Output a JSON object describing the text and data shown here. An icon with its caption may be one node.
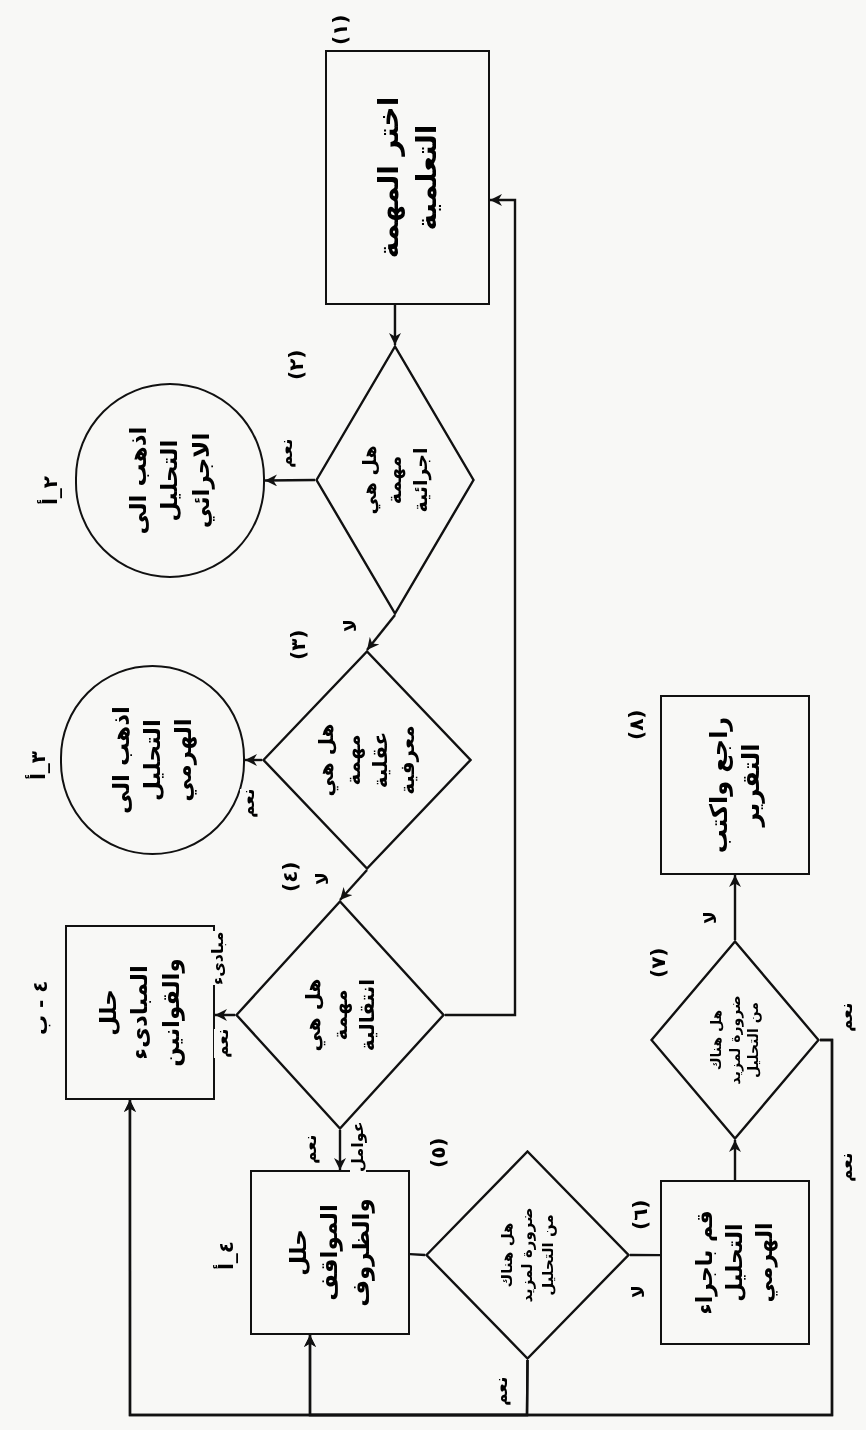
{
  "diagram": {
    "nodes": [
      {
        "text": [
          "اختر المهمة التعلمية"
        ],
        "beside": [
          "(١)"
        ]
      },
      {
        "text": [
          "هل هي مهمة اجرائية"
        ],
        "beside": [
          "(٢)"
        ]
      },
      {
        "text": [
          "اذهب الى التحليل الاجرائي"
        ],
        "beside": [
          "٢_أ"
        ]
      },
      {
        "text": [
          "هل هي مهمة عقلية معرفية"
        ],
        "beside": [
          "(٣)"
        ]
      },
      {
        "text": [
          "اذهب الى التحليل الهرمي"
        ],
        "beside": [
          "٣_أ"
        ]
      },
      {
        "text": [
          "هل هي مهمة انتقالية"
        ],
        "beside": [
          "(٤)"
        ]
      },
      {
        "text": [
          "حلل المبادىء والقوانين"
        ],
        "beside": [
          "٤ - ب"
        ]
      },
      {
        "text": [
          "حلل المواقف والظروف"
        ],
        "beside": [
          "٤_أ"
        ]
      },
      {
        "text": [
          "هل هناك ضرورة لمزيد من التحليل"
        ],
        "beside": [
          "(٥)"
        ]
      },
      {
        "text": [
          "قم باجراء التحليل الهرمي"
        ],
        "beside": [
          "(٦)"
        ]
      },
      {
        "text": [
          "هل هناك ضرورة لمزيد من التحليل"
        ],
        "beside": [
          "(٧)"
        ]
      },
      {
        "text": [
          "راجع واكتب التقرير"
        ],
        "beside": [
          "(٨)"
        ]
      }
    ],
    "edges": [
      {
        "from": 0,
        "to": 1,
        "arrow": "to"
      },
      {
        "from": 1,
        "to": 2,
        "arrow": "to",
        "label": "نعم"
      },
      {
        "from": 1,
        "to": 3,
        "arrow": "to",
        "label": "لا"
      },
      {
        "from": 3,
        "to": 4,
        "arrow": "to",
        "label": "نعم"
      },
      {
        "from": 3,
        "to": 5,
        "arrow": "to",
        "label": "لا"
      },
      {
        "from": 5,
        "to": 6,
        "arrow": "to",
        "label": "نعم"
      },
      {
        "from": 5,
        "to": 7,
        "arrow": "to",
        "label": "نعم"
      },
      {
        "from": 5,
        "to": 0,
        "arrow": "to"
      },
      {
        "from": 7,
        "to": 8,
        "arrow": "none"
      },
      {
        "from": 8,
        "to": 9,
        "arrow": "none",
        "label": "لا"
      },
      {
        "from": 9,
        "to": 10,
        "arrow": "to"
      },
      {
        "from": 10,
        "to": 11,
        "arrow": "to",
        "label": "لا"
      },
      {
        "from": 8,
        "to": 7,
        "arrow": "to",
        "label": "نعم"
      },
      {
        "from": 8,
        "to": 6,
        "arrow": "to"
      },
      {
        "from": 10,
        "to": 7,
        "arrow": "to",
        "label": "نعم"
      },
      {
        "from": 10,
        "to": 6,
        "arrow": "to",
        "label": "نعم"
      }
    ],
    "labels": [
      "مبادىء",
      "عوامل"
    ]
  }
}
